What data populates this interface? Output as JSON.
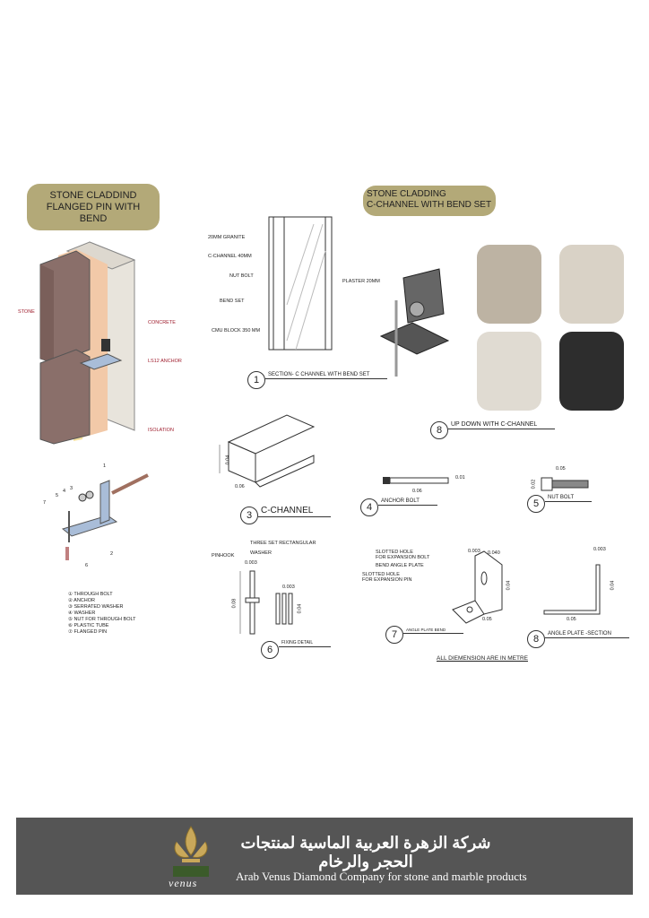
{
  "left_title": {
    "line1": "STONE CLADDIND",
    "line2": "FLANGED PIN WITH BEND"
  },
  "right_title": {
    "line1": "STONE CLADDING",
    "line2": "C-CHANNEL WITH BEND SET"
  },
  "iso_labels": {
    "stone": "STONE",
    "concrete": "CONCRETE",
    "anchor": "LS12 ANCHOR",
    "isolation": "ISOLATION"
  },
  "section_labels": [
    "20MM GRANITE",
    "C-CHANNEL 40MM",
    "NUT BOLT",
    "BEND SET",
    "CMU BLOCK 350 MM"
  ],
  "plaster_label": "PLASTER 20MM",
  "details": [
    {
      "num": "1",
      "caption": "SECTION- C CHANNEL WITH BEND SET"
    },
    {
      "num": "8",
      "caption": "UP DOWN WITH C-CHANNEL"
    },
    {
      "num": "3",
      "caption": "C-CHANNEL"
    },
    {
      "num": "4",
      "caption": "ANCHOR BOLT"
    },
    {
      "num": "5",
      "caption": "NUT BOLT"
    },
    {
      "num": "6",
      "caption": "FIXING DETAIL"
    },
    {
      "num": "7",
      "caption": "ANGLE PLATE BEND"
    },
    {
      "num": "8",
      "caption": "ANGLE PLATE -SECTION"
    }
  ],
  "exploded_numbers": [
    "1",
    "2",
    "3",
    "4",
    "5",
    "6",
    "7"
  ],
  "legend": [
    "① THROUGH BOLT",
    "② ANCHOR",
    "③ SERRATED WASHER",
    "④ WASHER",
    "⑤ NUT FOR THROUGH BOLT",
    "⑥ PLASTIC TUBE",
    "⑦ FLANGED PIN"
  ],
  "cchannel_dims": {
    "h": "0.04",
    "w": "0.06"
  },
  "anchor_bolt_dims": {
    "len": "0.06",
    "dia": "0.01"
  },
  "nut_bolt_dims": {
    "len": "0.05",
    "dia": "0.02"
  },
  "fixing": {
    "pinhook": "PINHOOK",
    "washer1": "THREE SET RECTANGULAR",
    "washer2": "WASHER",
    "t1": "0.003",
    "t2": "0.003",
    "h1": "0.08",
    "h2": "0.04"
  },
  "angle_plate": {
    "l1": "SLOTTED HOLE",
    "l2": "FOR EXPANSION BOLT",
    "l3": "BEND ANGLE PLATE",
    "l4": "SLOTTED HOLE",
    "l5": "FOR EXPANSION PIN",
    "t": "0.003",
    "w": "0.040",
    "h": "0.04",
    "b": "0.05"
  },
  "angle_section": {
    "t": "0.003",
    "h": "0.04",
    "b": "0.05"
  },
  "note": "ALL DIEMENSION ARE IN METRE",
  "footer": {
    "arabic": "شركة الزهرة العربية الماسية لمنتجات الحجر والرخام",
    "english": "Arab Venus Diamond Company for stone and marble products",
    "logo_text": "venus"
  }
}
